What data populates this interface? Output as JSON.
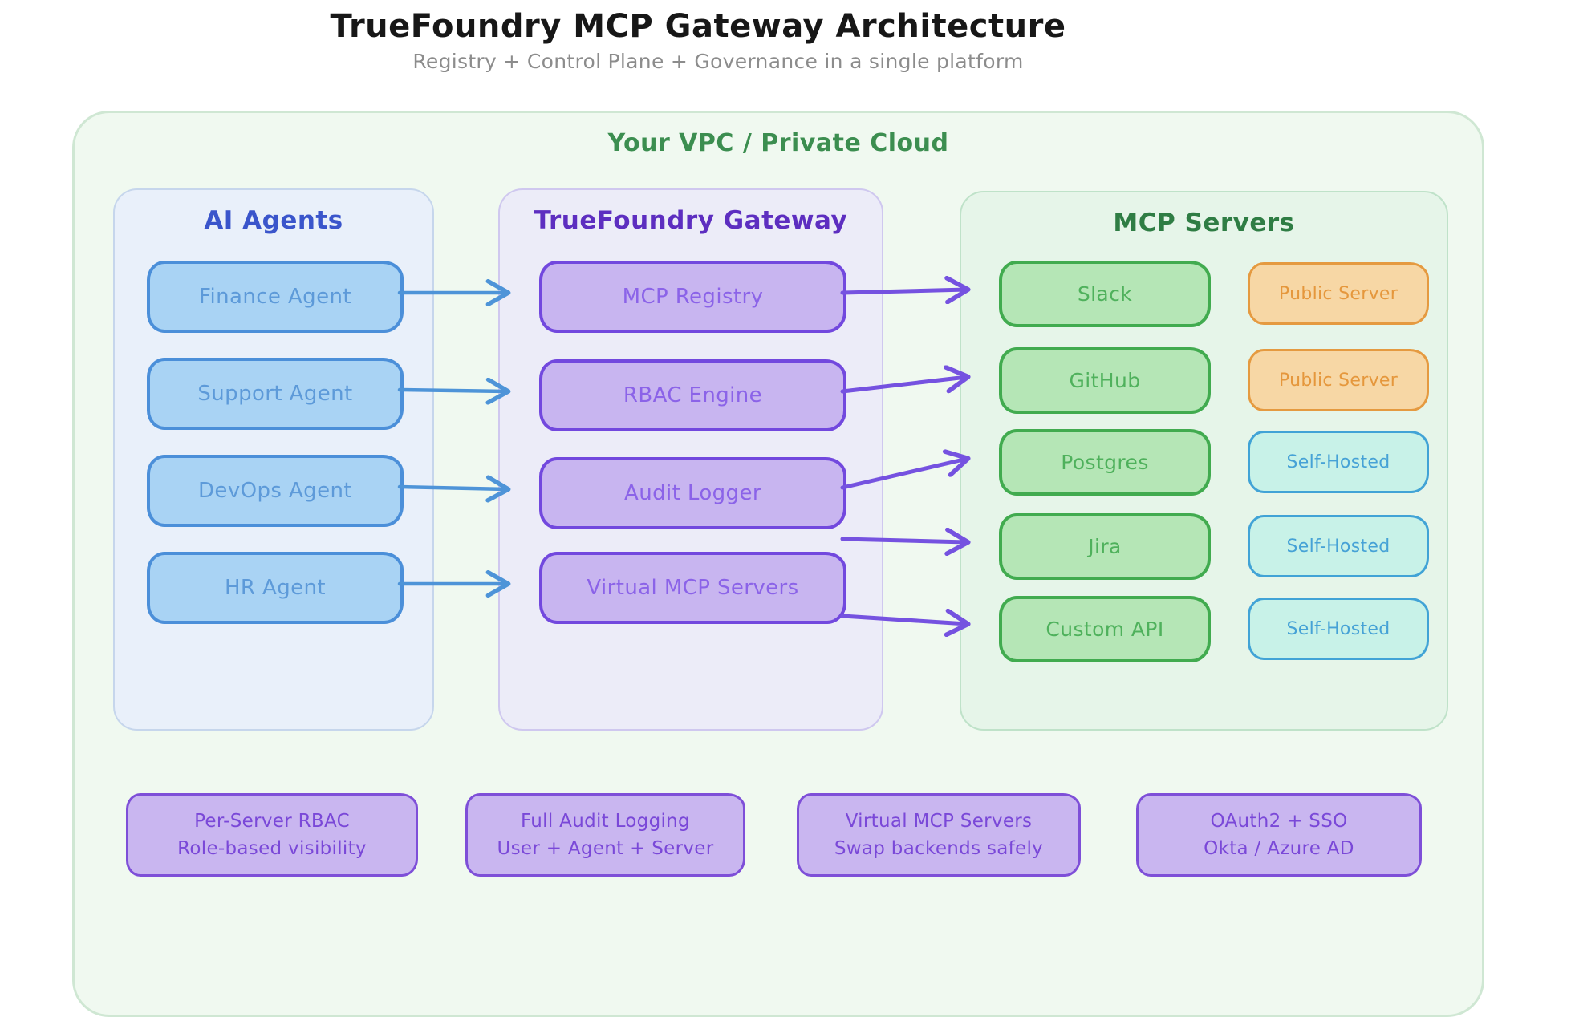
{
  "header": {
    "title": "TrueFoundry MCP Gateway Architecture",
    "subtitle": "Registry + Control Plane + Governance in a single platform"
  },
  "vpc": {
    "label": "Your VPC / Private Cloud"
  },
  "panels": {
    "agents": {
      "title": "AI Agents",
      "items": [
        "Finance Agent",
        "Support Agent",
        "DevOps Agent",
        "HR Agent"
      ]
    },
    "gateway": {
      "title": "TrueFoundry Gateway",
      "items": [
        "MCP Registry",
        "RBAC Engine",
        "Audit Logger",
        "Virtual MCP Servers"
      ]
    },
    "servers": {
      "title": "MCP Servers",
      "items": [
        {
          "name": "Slack",
          "tag": "Public Server",
          "tag_type": "public"
        },
        {
          "name": "GitHub",
          "tag": "Public Server",
          "tag_type": "public"
        },
        {
          "name": "Postgres",
          "tag": "Self-Hosted",
          "tag_type": "self"
        },
        {
          "name": "Jira",
          "tag": "Self-Hosted",
          "tag_type": "self"
        },
        {
          "name": "Custom API",
          "tag": "Self-Hosted",
          "tag_type": "self"
        }
      ]
    }
  },
  "badges": [
    {
      "line1": "Per-Server RBAC",
      "line2": "Role-based visibility"
    },
    {
      "line1": "Full Audit Logging",
      "line2": "User + Agent + Server"
    },
    {
      "line1": "Virtual MCP Servers",
      "line2": "Swap backends safely"
    },
    {
      "line1": "OAuth2 + SSO",
      "line2": "Okta / Azure AD"
    }
  ],
  "colors": {
    "vpc_fill": "#f0f9f0",
    "vpc_border": "#cfe7d3",
    "vpc_label": "#3c8e50",
    "agent_fill": "#a9d3f4",
    "agent_border": "#4b8fd9",
    "agent_text": "#5d9ad9",
    "agents_header": "#3a55cb",
    "gateway_fill": "#c8b5f0",
    "gateway_border": "#7248de",
    "gateway_text": "#8b63e8",
    "gateway_header": "#5d2ec0",
    "server_fill": "#b5e6b6",
    "server_border": "#41ab4f",
    "server_text": "#4fb15c",
    "servers_header": "#2f7d44",
    "public_tag_fill": "#f7d7a5",
    "public_tag_border": "#e59a40",
    "self_tag_fill": "#c8f2e8",
    "self_tag_border": "#41a3d6",
    "badge_fill": "#c9b6f0",
    "badge_border": "#7e4fd8",
    "badge_text": "#7a48d8",
    "arrow_blue": "#4e94d8",
    "arrow_purple": "#7552e0",
    "title_text": "#171717",
    "subtitle_text": "#8c8c8c"
  }
}
